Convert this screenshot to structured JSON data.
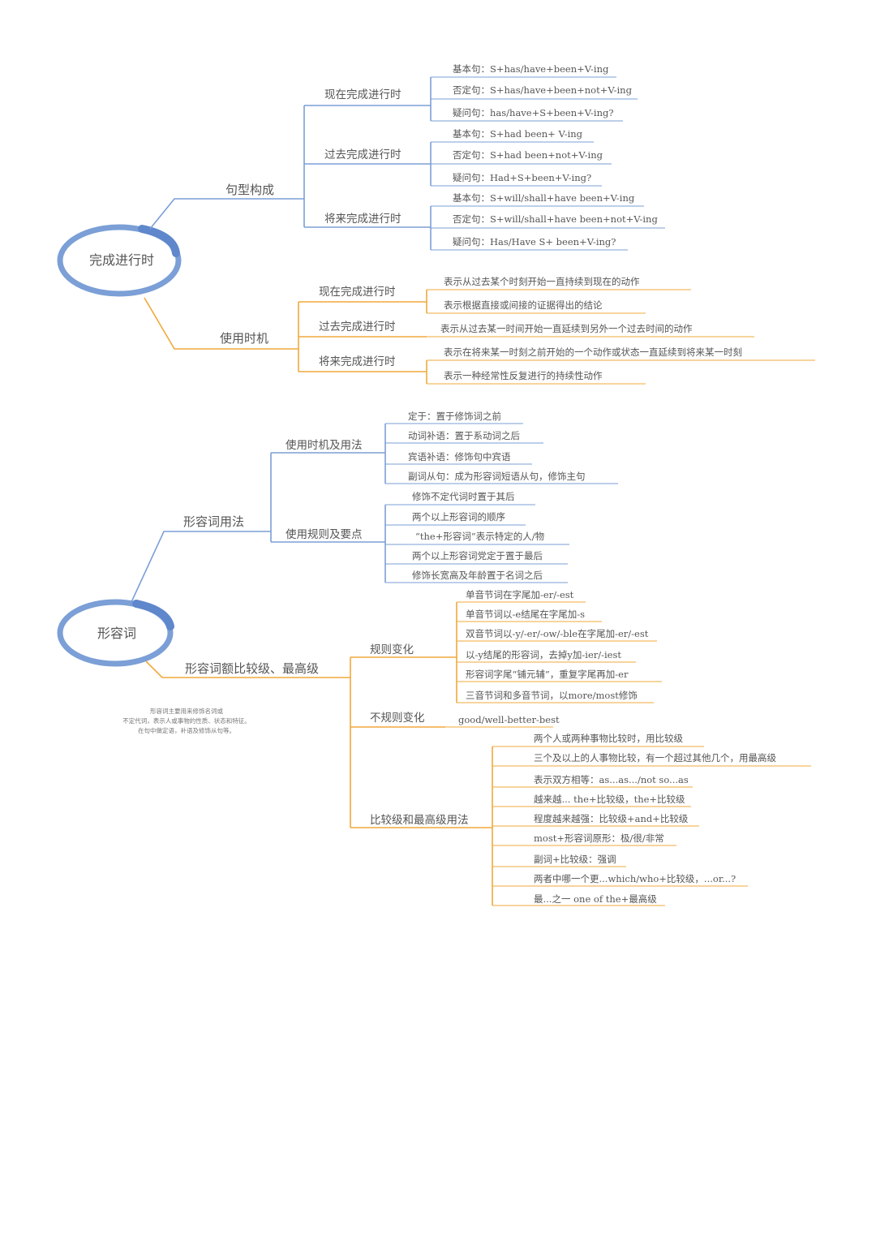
{
  "map1": {
    "root": "完成进行时",
    "colors": {
      "upper": "#7b9fd6",
      "lower": "#f0a93b"
    },
    "structure": {
      "title": "句型构成",
      "tenses": [
        {
          "name": "现在完成进行时",
          "items": [
            "基本句：S+has/have+been+V-ing",
            "否定句：S+has/have+been+not+V-ing",
            "疑问句：has/have+S+been+V-ing?"
          ]
        },
        {
          "name": "过去完成进行时",
          "items": [
            "基本句：S+had been+ V-ing",
            "否定句：S+had been+not+V-ing",
            "疑问句：Had+S+been+V-ing?"
          ]
        },
        {
          "name": "将来完成进行时",
          "items": [
            "基本句：S+will/shall+have been+V-ing",
            "否定句：S+will/shall+have been+not+V-ing",
            "疑问句：Has/Have S+ been+V-ing?"
          ]
        }
      ]
    },
    "usage": {
      "title": "使用时机",
      "tenses": [
        {
          "name": "现在完成进行时",
          "items": [
            "表示从过去某个时刻开始一直持续到现在的动作",
            "表示根据直接或间接的证据得出的结论"
          ]
        },
        {
          "name": "过去完成进行时",
          "items": [
            "表示从过去某一时间开始一直延续到另外一个过去时间的动作"
          ]
        },
        {
          "name": "将来完成进行时",
          "items": [
            "表示在将来某一时刻之前开始的一个动作或状态一直延续到将来某一时刻",
            "表示一种经常性反复进行的持续性动作"
          ]
        }
      ]
    }
  },
  "map2": {
    "root": "形容词",
    "note": [
      "形容词主要用来修饰名词或",
      "不定代词，表示人或事物的性质、状态和特征。",
      "在句中做定语，补语及修饰从句等。"
    ],
    "usage": {
      "title": "形容词用法",
      "groups": [
        {
          "name": "使用时机及用法",
          "items": [
            "定于：置于修饰词之前",
            "动词补语：置于系动词之后",
            "宾语补语：修饰句中宾语",
            "副词从句：成为形容词短语从句，修饰主句"
          ]
        },
        {
          "name": "使用规则及要点",
          "items": [
            "修饰不定代词时置于其后",
            "两个以上形容词的顺序",
            "“the+形容词”表示特定的人/物",
            "两个以上形容词党定于置于最后",
            "修饰长宽高及年龄置于名词之后"
          ]
        }
      ]
    },
    "comparison": {
      "title": "形容词额比较级、最高级",
      "groups": [
        {
          "name": "规则变化",
          "items": [
            "单音节词在字尾加-er/-est",
            "单音节词以-e结尾在字尾加-s",
            "双音节词以-y/-er/-ow/-ble在字尾加-er/-est",
            "以-y结尾的形容词，去掉y加-ier/-iest",
            "形容词字尾“铺元辅”，重复字尾再加-er",
            "三音节词和多音节词，以more/most修饰"
          ]
        },
        {
          "name": "不规则变化",
          "items": [
            "good/well-better-best"
          ]
        },
        {
          "name": "比较级和最高级用法",
          "items": [
            "两个人或两种事物比较时，用比较级",
            "三个及以上的人事物比较，有一个超过其他几个，用最高级",
            "表示双方相等：as...as.../not so...as",
            "越来越... the+比较级，the+比较级",
            "程度越来越强：比较级+and+比较级",
            "most+形容词原形：极/很/非常",
            "副词+比较级：强调",
            "两者中哪一个更...which/who+比较级，...or...?",
            "最...之一 one of the+最高级"
          ]
        }
      ]
    }
  }
}
